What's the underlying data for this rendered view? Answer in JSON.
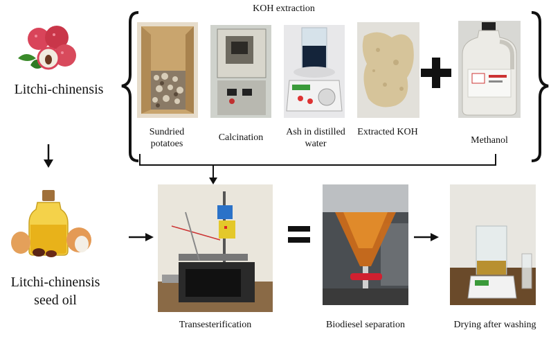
{
  "koh_extraction": {
    "title": "KOH extraction",
    "steps": [
      {
        "label": "Sundried potatoes"
      },
      {
        "label": "Calcination"
      },
      {
        "label": "Ash in distilled water"
      },
      {
        "label": "Extracted KOH"
      },
      {
        "label": "Methanol"
      }
    ],
    "plus_symbol": "+"
  },
  "source": {
    "fruit_label": "Litchi-chinensis",
    "oil_label_line1": "Litchi-chinensis",
    "oil_label_line2": "seed oil"
  },
  "process": {
    "equals_symbol": "=",
    "steps": [
      {
        "label": "Transesterification"
      },
      {
        "label": "Biodiesel separation"
      },
      {
        "label": "Drying after washing"
      }
    ]
  },
  "colors": {
    "bracket": "#111111",
    "arrow": "#111111",
    "oil": "#e8b21a",
    "biodiesel": "#c96a1a",
    "litchi_skin": "#d9445a"
  }
}
